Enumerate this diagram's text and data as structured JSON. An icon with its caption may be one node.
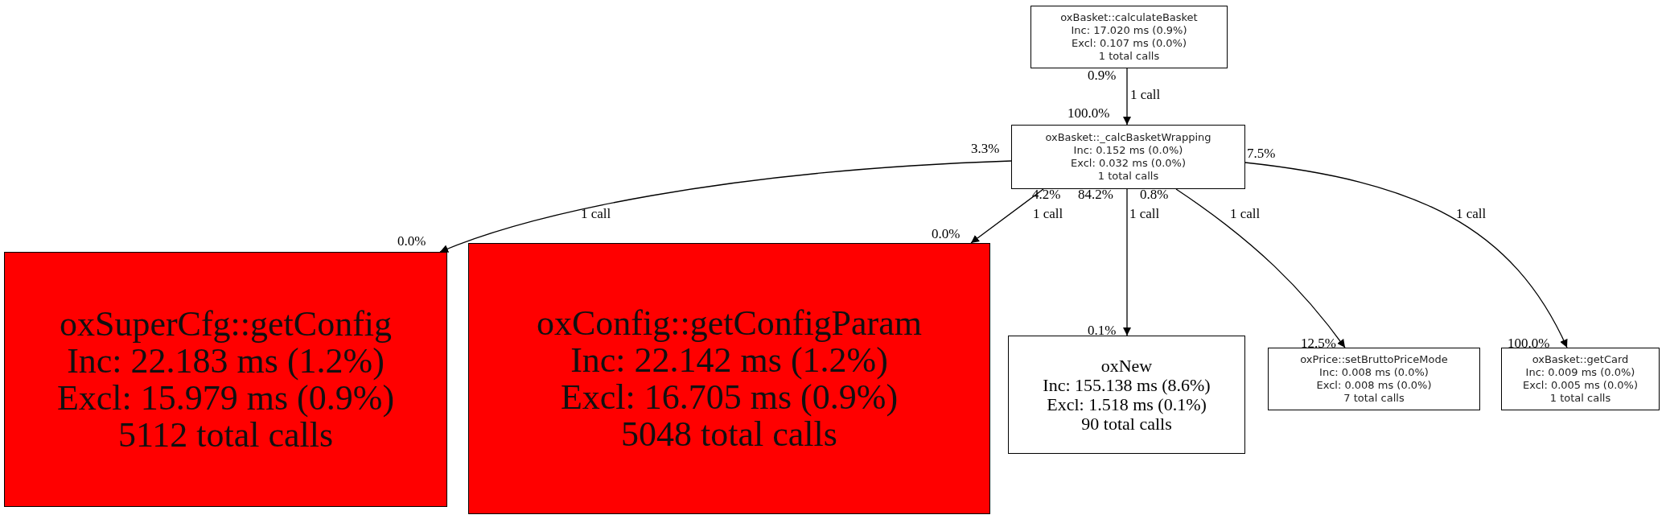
{
  "diagram": {
    "nodes": [
      {
        "text": [
          "oxBasket::calculateBasket",
          "Inc: 17.020 ms (0.9%)",
          "Excl: 0.107 ms (0.0%)",
          "1 total calls"
        ]
      },
      {
        "text": [
          "oxBasket::_calcBasketWrapping",
          "Inc: 0.152 ms (0.0%)",
          "Excl: 0.032 ms (0.0%)",
          "1 total calls"
        ]
      },
      {
        "text": [
          "oxSuperCfg::getConfig",
          "Inc: 22.183 ms (1.2%)",
          "Excl: 15.979 ms (0.9%)",
          "5112 total calls"
        ]
      },
      {
        "text": [
          "oxConfig::getConfigParam",
          "Inc: 22.142 ms (1.2%)",
          "Excl: 16.705 ms (0.9%)",
          "5048 total calls"
        ]
      },
      {
        "text": [
          "oxNew",
          "Inc: 155.138 ms (8.6%)",
          "Excl: 1.518 ms (0.1%)",
          "90 total calls"
        ]
      },
      {
        "text": [
          "oxPrice::setBruttoPriceMode",
          "Inc: 0.008 ms (0.0%)",
          "Excl: 0.008 ms (0.0%)",
          "7 total calls"
        ]
      },
      {
        "text": [
          "oxBasket::getCard",
          "Inc: 0.009 ms (0.0%)",
          "Excl: 0.005 ms (0.0%)",
          "1 total calls"
        ]
      }
    ],
    "edges": [
      {
        "from": 0,
        "to": 1,
        "arrow": "to",
        "label": "1 call"
      },
      {
        "from": 1,
        "to": 2,
        "arrow": "to",
        "label": "1 call"
      },
      {
        "from": 1,
        "to": 3,
        "arrow": "to",
        "label": "1 call"
      },
      {
        "from": 1,
        "to": 4,
        "arrow": "to",
        "label": "1 call"
      },
      {
        "from": 1,
        "to": 5,
        "arrow": "to",
        "label": "1 call"
      },
      {
        "from": 1,
        "to": 6,
        "arrow": "to",
        "label": "1 call"
      }
    ],
    "labels": [
      "0.9%",
      "100.0%",
      "3.3%",
      "7.5%",
      "4.2%",
      "84.2%",
      "0.8%",
      "0.0%",
      "0.0%",
      "0.1%",
      "12.5%",
      "100.0%"
    ]
  }
}
